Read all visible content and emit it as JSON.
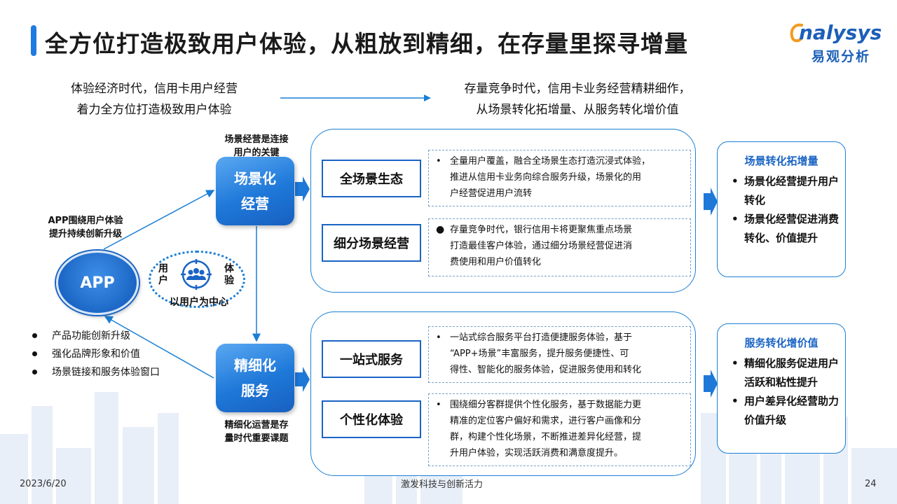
{
  "title": "全方位打造极致用户体验，从粗放到精细，在存量里探寻增量",
  "logo": {
    "en": "nalysys",
    "en_prefix_icon": "a-swoosh-icon",
    "cn": "易观分析"
  },
  "intro": {
    "left": [
      "体验经济时代，信用卡用户经营",
      "着力全方位打造极致用户体验"
    ],
    "right": [
      "存量竞争时代，信用卡业务经营精耕细作，",
      "从场景转化拓增量、从服务转化增价值"
    ]
  },
  "left": {
    "app_label": [
      "APP围绕用户体验",
      "提升持续创新升级"
    ],
    "app": "APP",
    "user_ring": {
      "left": [
        "用",
        "户"
      ],
      "right": [
        "体",
        "验"
      ],
      "center": "以用户为中心",
      "icon": "users-target-icon"
    },
    "bullets": [
      "产品功能创新升级",
      "强化品牌形象和价值",
      "场景链接和服务体验窗口"
    ]
  },
  "scene": {
    "top_label": [
      "场景经营是连接",
      "用户的关键"
    ],
    "box": [
      "场景化",
      "经营"
    ],
    "items": [
      {
        "tag": "全场景生态",
        "desc": [
          "全量用户覆盖，融合全场景生态打造沉浸式体验，",
          "推进从信用卡业务向综合服务升级，场景化的用",
          "户经营促进用户流转"
        ]
      },
      {
        "tag": "细分场景经营",
        "desc": [
          "存量竞争时代，银行信用卡将更聚焦重点场景",
          "打造最佳客户体验，通过细分场景经营促进消",
          "费使用和用户价值转化"
        ]
      }
    ],
    "result": {
      "title": "场景转化拓增量",
      "items": [
        "场景化经营提升用户转化",
        "场景化经营促进消费转化、价值提升"
      ]
    }
  },
  "service": {
    "bottom_label": [
      "精细化运营是存",
      "量时代重要课题"
    ],
    "box": [
      "精细化",
      "服务"
    ],
    "items": [
      {
        "tag": "一站式服务",
        "desc": [
          "一站式综合服务平台打造便捷服务体验，基于",
          "“APP+场景”丰富服务，提升服务便捷性、可",
          "得性、智能化的服务体验，促进服务使用和转化"
        ]
      },
      {
        "tag": "个性化体验",
        "desc": [
          "围绕细分客群提供个性化服务，基于数据能力更",
          "精准的定位客户偏好和需求，进行客户画像和分",
          "群，构建个性化场景，不断推进差异化经营，提",
          "升用户体验，实现活跃消费和满意度提升。"
        ]
      }
    ],
    "result": {
      "title": "服务转化增价值",
      "items": [
        "精细化服务促进用户活跃和粘性提升",
        "用户差异化经营助力价值升级"
      ]
    }
  },
  "footer": {
    "date": "2023/6/20",
    "slogan": "激发科技与创新活力",
    "page": "24"
  },
  "colors": {
    "accent": "#1a7fd6",
    "dark_blue": "#1a64c4",
    "title_bar": "#1e7be0"
  }
}
